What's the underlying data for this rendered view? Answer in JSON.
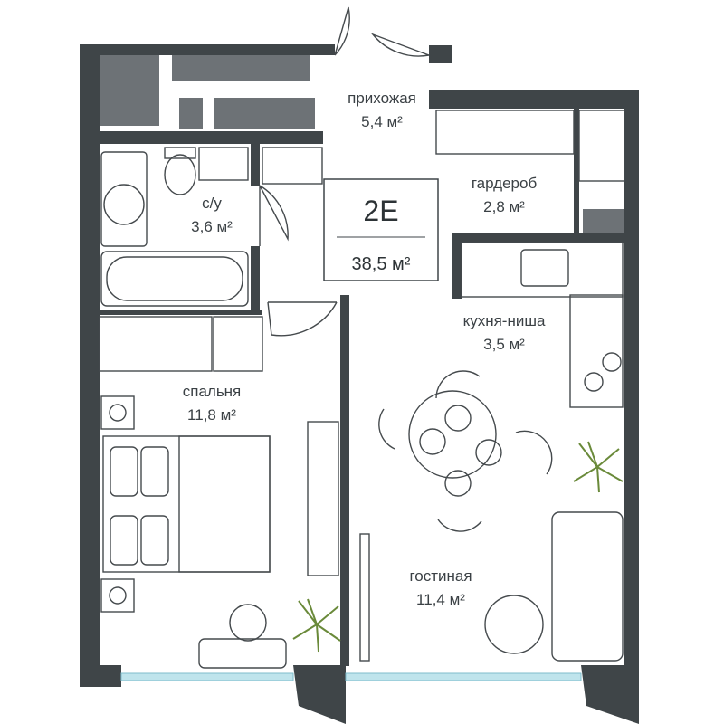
{
  "unit": {
    "code": "2E",
    "total_area": "38,5 м²"
  },
  "rooms": [
    {
      "key": "hallway",
      "name": "прихожая",
      "area": "5,4 м²"
    },
    {
      "key": "bathroom",
      "name": "с/у",
      "area": "3,6 м²"
    },
    {
      "key": "wardrobe",
      "name": "гардероб",
      "area": "2,8 м²"
    },
    {
      "key": "kitchen",
      "name": "кухня-ниша",
      "area": "3,5 м²"
    },
    {
      "key": "bedroom",
      "name": "спальня",
      "area": "11,8 м²"
    },
    {
      "key": "living",
      "name": "гостиная",
      "area": "11,4 м²"
    }
  ],
  "colors": {
    "wall": "#3f4548",
    "dark_block": "#6d7276",
    "window": "#bfe4ec",
    "text": "#3b4145"
  }
}
